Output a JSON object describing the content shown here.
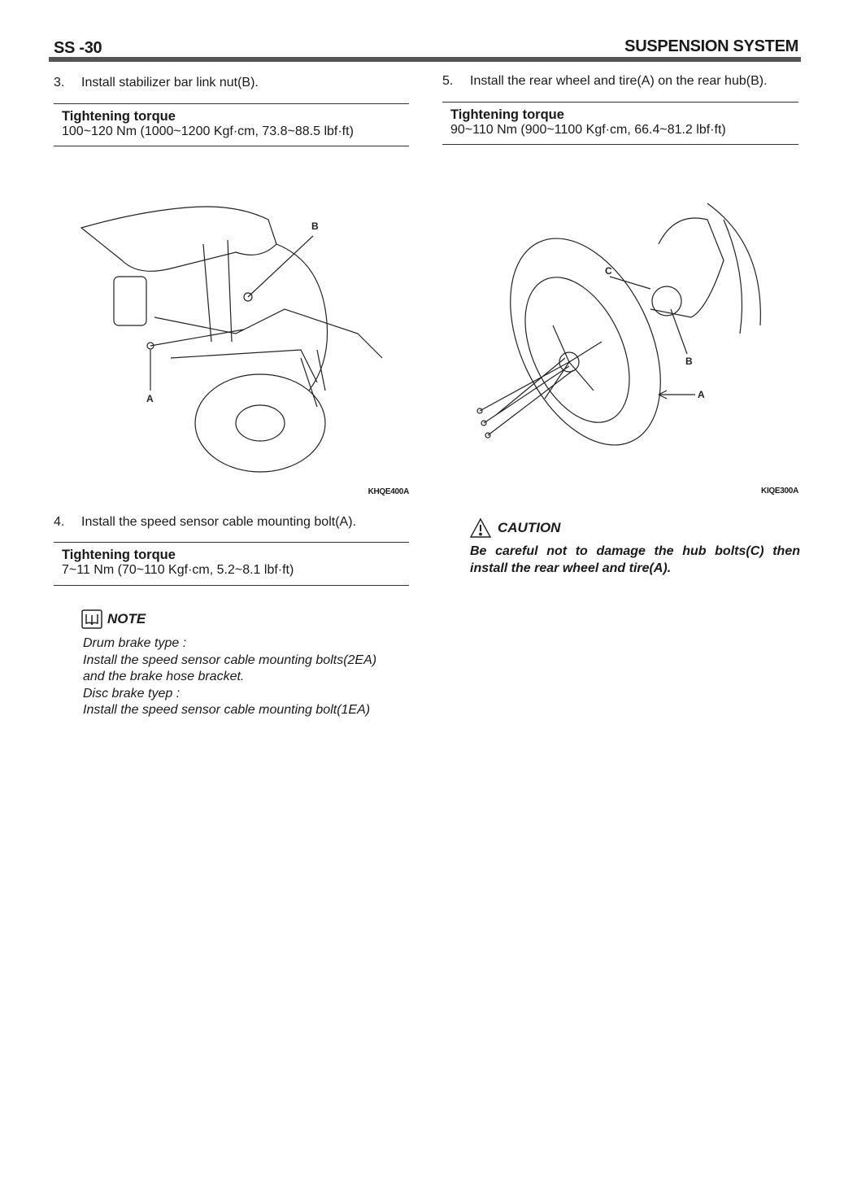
{
  "header": {
    "page_number": "SS -30",
    "section_title": "SUSPENSION SYSTEM"
  },
  "left": {
    "step3": {
      "number": "3.",
      "text": "Install stabilizer bar link nut(B)."
    },
    "torque3": {
      "title": "Tightening torque",
      "value": "100~120 Nm (1000~1200 Kgf·cm, 73.8~88.5 lbf·ft)"
    },
    "figure1": {
      "labels": {
        "a": "A",
        "b": "B"
      },
      "code": "KHQE400A"
    },
    "step4": {
      "number": "4.",
      "text": "Install the speed sensor cable mounting bolt(A)."
    },
    "torque4": {
      "title": "Tightening torque",
      "value": "7~11 Nm (70~110 Kgf·cm, 5.2~8.1 lbf·ft)"
    },
    "note": {
      "title": "NOTE",
      "lines": [
        "Drum brake type :",
        "Install the speed sensor cable mounting bolts(2EA)",
        "and the brake hose bracket.",
        "Disc brake tyep :",
        "Install the speed sensor cable mounting bolt(1EA)"
      ]
    }
  },
  "right": {
    "step5": {
      "number": "5.",
      "text": "Install the rear wheel and tire(A) on the rear hub(B)."
    },
    "torque5": {
      "title": "Tightening torque",
      "value": "90~110 Nm (900~1100 Kgf·cm, 66.4~81.2 lbf·ft)"
    },
    "figure2": {
      "labels": {
        "a": "A",
        "b": "B",
        "c": "C"
      },
      "code": "KIQE300A"
    },
    "caution": {
      "title": "CAUTION",
      "lines": [
        "Be careful not to damage the hub bolts(C) then",
        "install the rear wheel and tire(A)."
      ]
    }
  }
}
